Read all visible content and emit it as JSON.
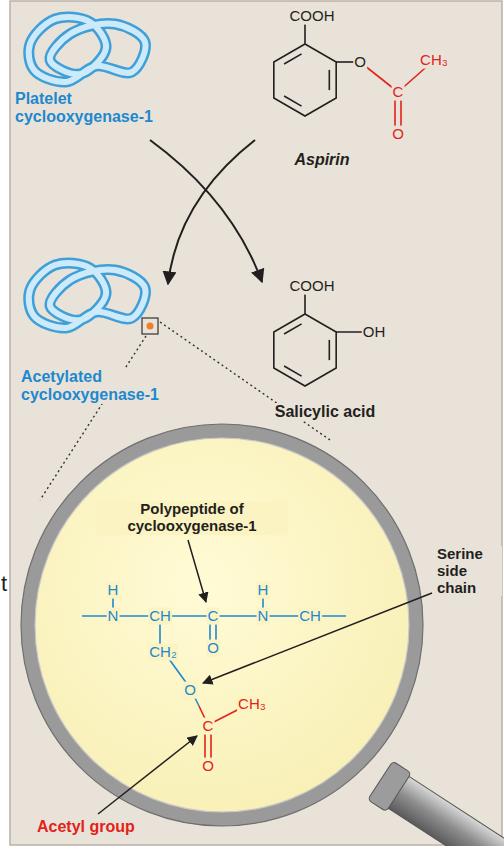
{
  "diagram": {
    "labels": [
      "Platelet cyclooxygenase-1",
      "COOH",
      "O",
      "C",
      "CH₃",
      "O",
      "Aspirin",
      "Acetylated cyclooxygenase-1",
      "COOH",
      "OH",
      "Salicylic acid",
      "t",
      "Polypeptide of cyclooxygenase-1",
      "H",
      "H",
      "N",
      "CH",
      "C",
      "N",
      "CH",
      "CH₂",
      "O",
      "O",
      "C",
      "CH₃",
      "O",
      "Serine side chain",
      "Acetyl group"
    ]
  }
}
